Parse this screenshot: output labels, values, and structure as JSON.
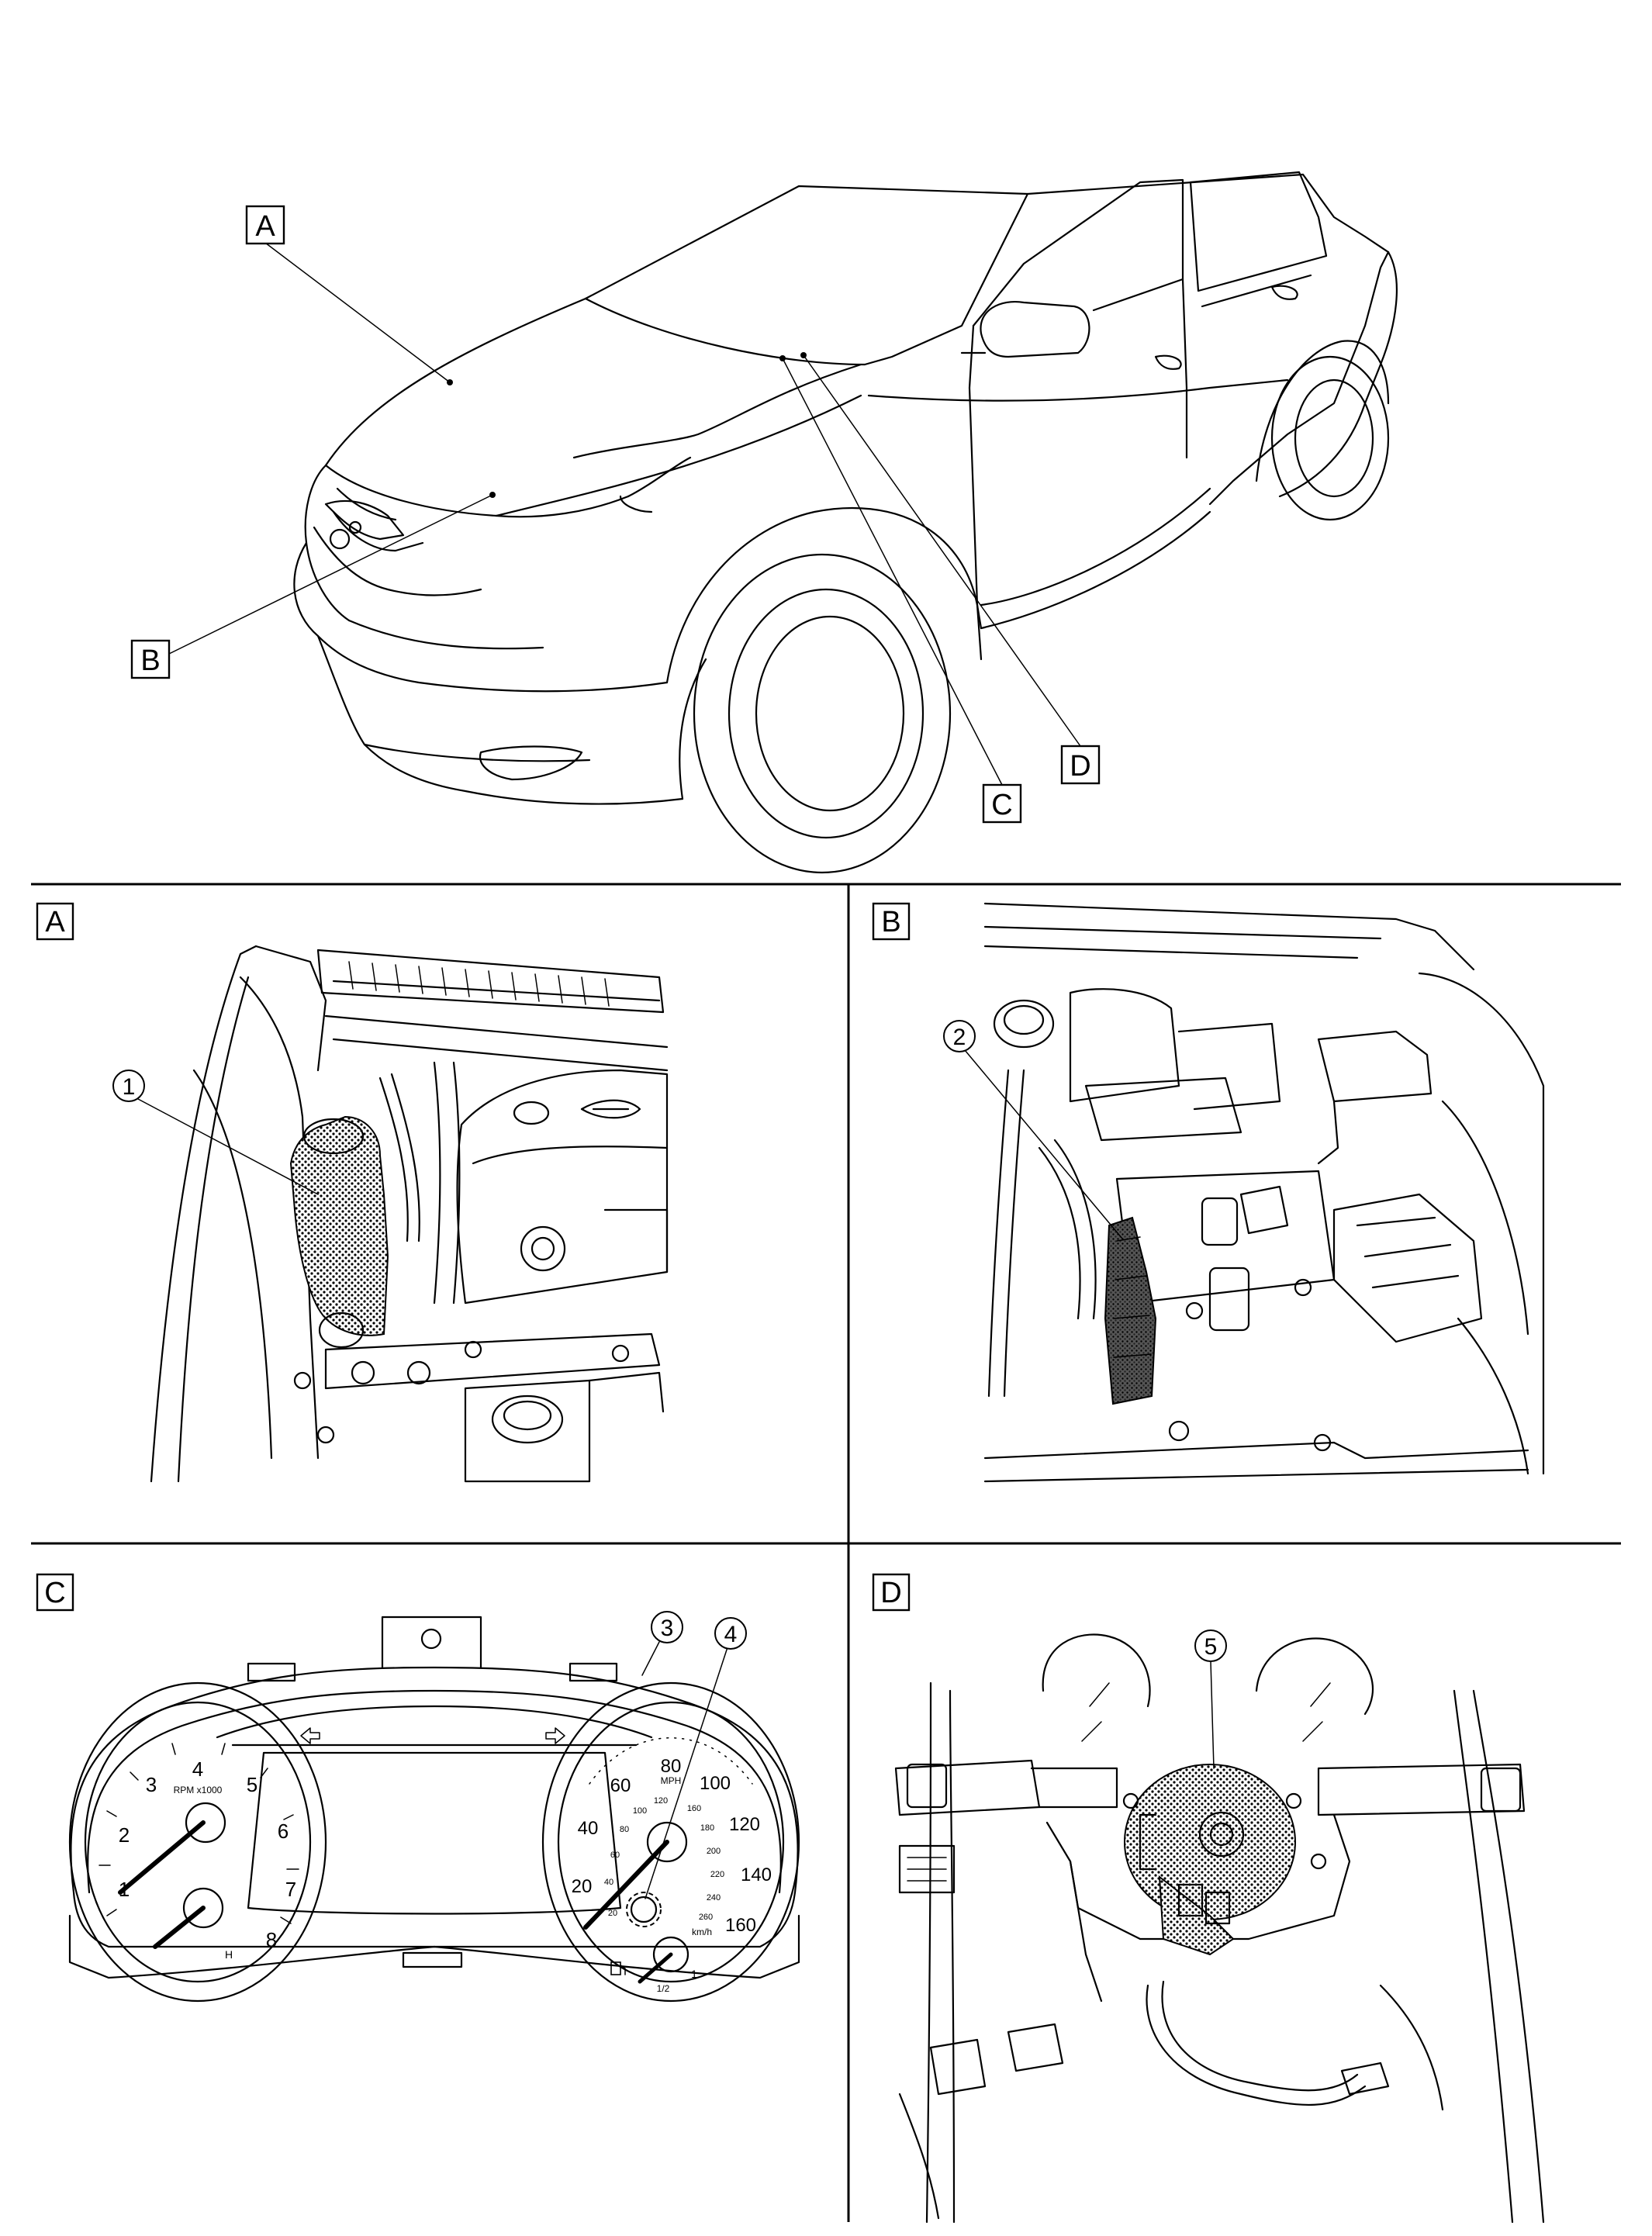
{
  "figure": {
    "overview_callouts": [
      "A",
      "B",
      "C",
      "D"
    ],
    "panels": [
      {
        "id": "A",
        "callout": "1"
      },
      {
        "id": "B",
        "callout": "2"
      },
      {
        "id": "C",
        "callouts": [
          "3",
          "4"
        ]
      },
      {
        "id": "D",
        "callout": "5"
      }
    ]
  },
  "cluster": {
    "tach": {
      "numbers": [
        "1",
        "2",
        "3",
        "4",
        "5",
        "6",
        "7",
        "8"
      ],
      "unit": "RPM x1000",
      "h_mark": "H"
    },
    "speedo": {
      "mph": [
        "20",
        "40",
        "60",
        "80",
        "100",
        "120",
        "140",
        "160"
      ],
      "mph_unit": "MPH",
      "kmh": [
        "20",
        "40",
        "60",
        "80",
        "100",
        "120",
        "160",
        "180",
        "200",
        "220",
        "240",
        "260"
      ],
      "kmh_unit": "km/h",
      "fuel_half": "1/2",
      "fuel_full": "1"
    }
  },
  "icons": [
    "car-overview-drawing",
    "engine-bay-drawing",
    "combination-meter-drawing",
    "steering-column-drawing",
    "fuel-pump-icon",
    "turn-arrow-left-icon",
    "turn-arrow-right-icon"
  ]
}
